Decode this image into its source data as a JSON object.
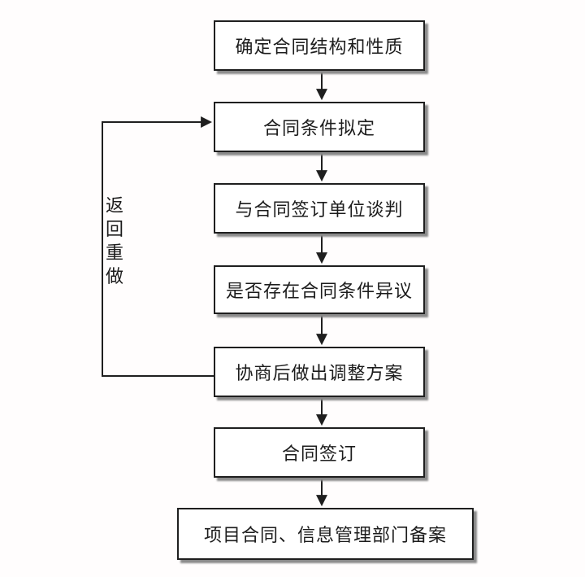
{
  "diagram": {
    "type": "flowchart",
    "language": "zh-CN",
    "background_color": "#fffdfd",
    "box_fill": "#ffffff",
    "box_border_color": "#1f1f1f",
    "box_shadow_color": "#8a8a8a",
    "line_color": "#1f1f1f",
    "nodes": [
      {
        "label": "确定合同结构和性质"
      },
      {
        "label": "合同条件拟定"
      },
      {
        "label": "与合同签订单位谈判"
      },
      {
        "label": "是否存在合同条件异议"
      },
      {
        "label": "协商后做出调整方案"
      },
      {
        "label": "合同签订"
      },
      {
        "label": "项目合同、信息管理部门备案"
      }
    ],
    "edges": [
      {
        "from": 0,
        "to": 1,
        "style": "arrow-down"
      },
      {
        "from": 1,
        "to": 2,
        "style": "arrow-down"
      },
      {
        "from": 2,
        "to": 3,
        "style": "arrow-down"
      },
      {
        "from": 3,
        "to": 4,
        "style": "arrow-down"
      },
      {
        "from": 4,
        "to": 5,
        "style": "arrow-down"
      },
      {
        "from": 5,
        "to": 6,
        "style": "arrow-down"
      },
      {
        "from": 4,
        "to": 1,
        "style": "loop-left",
        "label": "返回重做"
      }
    ],
    "loop_label": "返回重做"
  }
}
